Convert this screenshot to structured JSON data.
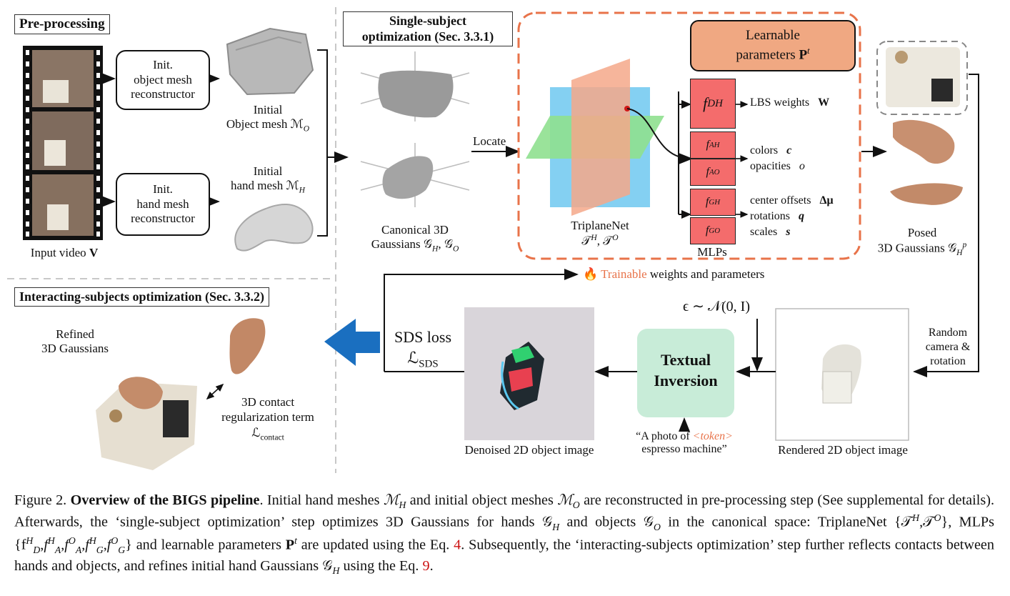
{
  "figure": {
    "preprocessing_label": "Pre-processing",
    "init_object_mesh_reconstructor": "Init. object mesh reconstructor",
    "init_object_line1": "Init.",
    "init_object_line2": "object mesh",
    "init_object_line3": "reconstructor",
    "init_hand_line1": "Init.",
    "init_hand_line2": "hand mesh",
    "init_hand_line3": "reconstructor",
    "initial_object_mesh_line1": "Initial",
    "initial_object_mesh_line2": "Object mesh ℳ",
    "initial_object_mesh_sub": "O",
    "initial_hand_mesh_line1": "Initial",
    "initial_hand_mesh_line2": "hand mesh ℳ",
    "initial_hand_mesh_sub": "H",
    "input_video": "Input video ",
    "input_video_symbol": "V",
    "single_subject_line1": "Single-subject",
    "single_subject_line2": "optimization (Sec. 3.3.1)",
    "canonical_line1": "Canonical 3D",
    "canonical_line2": "Gaussians 𝒢",
    "canonical_sub_h": "H",
    "canonical_sub_o": "O",
    "locate": "Locate",
    "learnable_line1": "Learnable",
    "learnable_line2": "parameters ",
    "learnable_symbol": "P",
    "learnable_sup": "t",
    "triplanenet_line1": "TriplaneNet",
    "triplanenet_line2": "𝒯",
    "mlps": "MLPs",
    "mlp_labels": [
      "D",
      "A",
      "A",
      "G",
      "G"
    ],
    "mlp_sups": [
      "H",
      "H",
      "O",
      "H",
      "O"
    ],
    "out_lbs": "LBS weights",
    "out_lbs_sym": "W",
    "out_colors": "colors",
    "out_colors_sym": "c",
    "out_opacities": "opacities",
    "out_opacities_sym": "o",
    "out_center": "center offsets",
    "out_center_sym": "Δμ",
    "out_rot": "rotations",
    "out_rot_sym": "q",
    "out_scales": "scales",
    "out_scales_sym": "s",
    "posed_line1": "Posed",
    "posed_line2": "3D Gaussians 𝒢",
    "posed_sub": "H",
    "posed_sup": "p",
    "trainable_word": "Trainable",
    "trainable_rest": " weights and parameters",
    "interacting_label": "Interacting-subjects optimization (Sec. 3.3.2)",
    "refined_line1": "Refined",
    "refined_line2": "3D Gaussians",
    "contact_line1": "3D contact",
    "contact_line2": "regularization term",
    "contact_line3": "ℒ",
    "contact_sub": "contact",
    "sds_line1": "SDS loss",
    "sds_line2": "ℒ",
    "sds_sub": "SDS",
    "epsilon": "ϵ ∼ 𝒩(0, I)",
    "textual_line1": "Textual",
    "textual_line2": "Inversion",
    "prompt_line1_a": "“A photo of ",
    "prompt_token": "<token>",
    "prompt_line2": "espresso machine”",
    "denoised": "Denoised 2D object image",
    "rendered": "Rendered 2D object image",
    "random_line1": "Random",
    "random_line2": "camera &",
    "random_line3": "rotation"
  },
  "caption": {
    "prefix": "Figure 2. ",
    "title": "Overview of the BIGS pipeline",
    "s1": ". Initial hand meshes ",
    "mh": "ℳ",
    "mh_sub": "H",
    "s2": " and initial object meshes ",
    "mo": "ℳ",
    "mo_sub": "O",
    "s3": " are reconstructed in pre-processing step (See supplemental for details). Afterwards, the ‘single-subject optimization’ step optimizes 3D Gaussians for hands ",
    "gh": "𝒢",
    "gh_sub": "H",
    "s4": " and objects ",
    "go": "𝒢",
    "go_sub": "O",
    "s5": " in the canonical space: TriplaneNet {𝒯",
    "s5_sup1": "H",
    "s5_mid": ",𝒯",
    "s5_sup2": "O",
    "s6": "}, MLPs {f",
    "s7": "} and learnable parameters ",
    "pt": "P",
    "pt_sup": "t",
    "s8": " are updated using the Eq. ",
    "eq4": "4",
    "s9": ". Subsequently, the ‘interacting-subjects optimization’ step further reflects contacts between hands and objects, and refines initial hand Gaussians ",
    "gh2": "𝒢",
    "gh2_sub": "H",
    "s10": " using the Eq. ",
    "eq9": "9",
    "s11": "."
  },
  "colors": {
    "accent_orange": "#e8734a",
    "learnable_fill": "#f0a882",
    "mlp_red": "#f46c6c",
    "textual_green": "#c8ecd8",
    "blue_arrow": "#1a6fc0",
    "plane_blue": "#6fc8f0",
    "plane_green": "#8fe08f",
    "plane_pink": "#f4a88a"
  }
}
